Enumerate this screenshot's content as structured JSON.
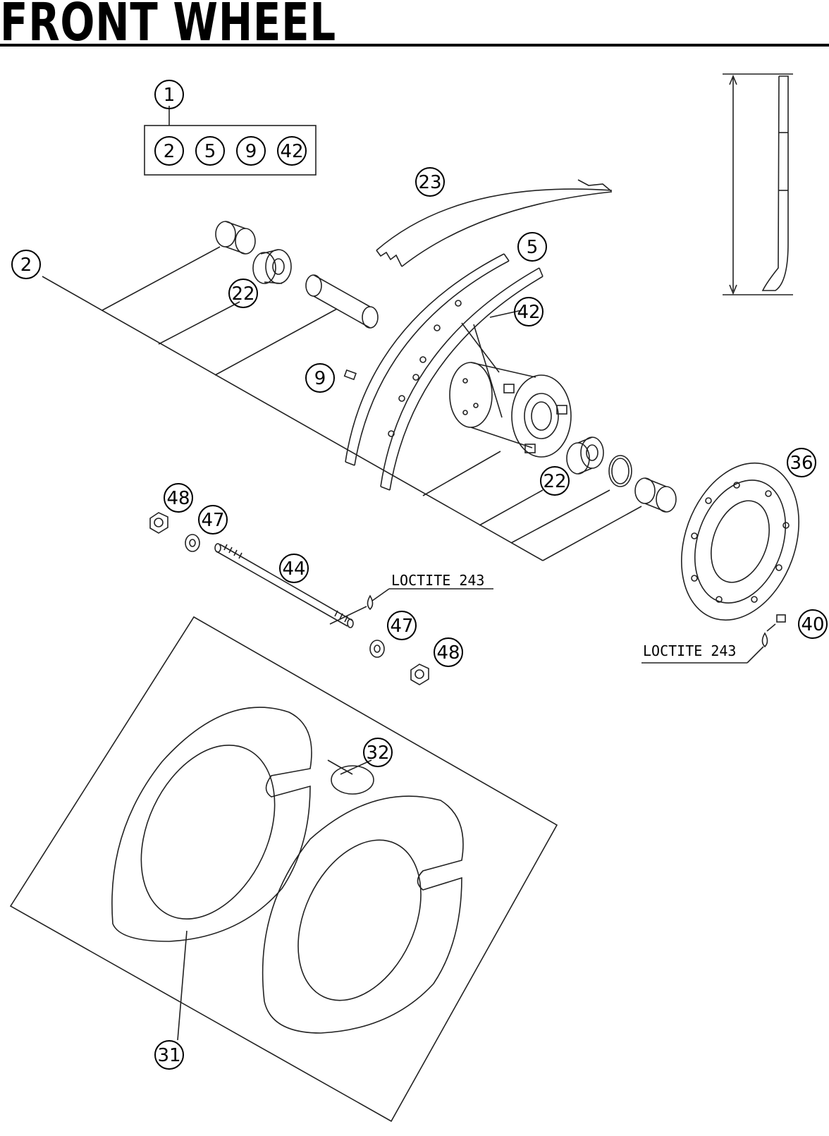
{
  "title": "FRONT WHEEL",
  "callouts": {
    "c1": "1",
    "c2a": "2",
    "c5a": "5",
    "c9a": "9",
    "c42a": "42",
    "c23": "23",
    "c2": "2",
    "c22a": "22",
    "c5": "5",
    "c42": "42",
    "c9": "9",
    "c22b": "22",
    "c36": "36",
    "c48a": "48",
    "c47a": "47",
    "c44": "44",
    "c47b": "47",
    "c48b": "48",
    "c40": "40",
    "c32": "32",
    "c31": "31"
  },
  "notes": {
    "loctite_axle": "LOCTITE 243",
    "loctite_disc": "LOCTITE 243"
  }
}
